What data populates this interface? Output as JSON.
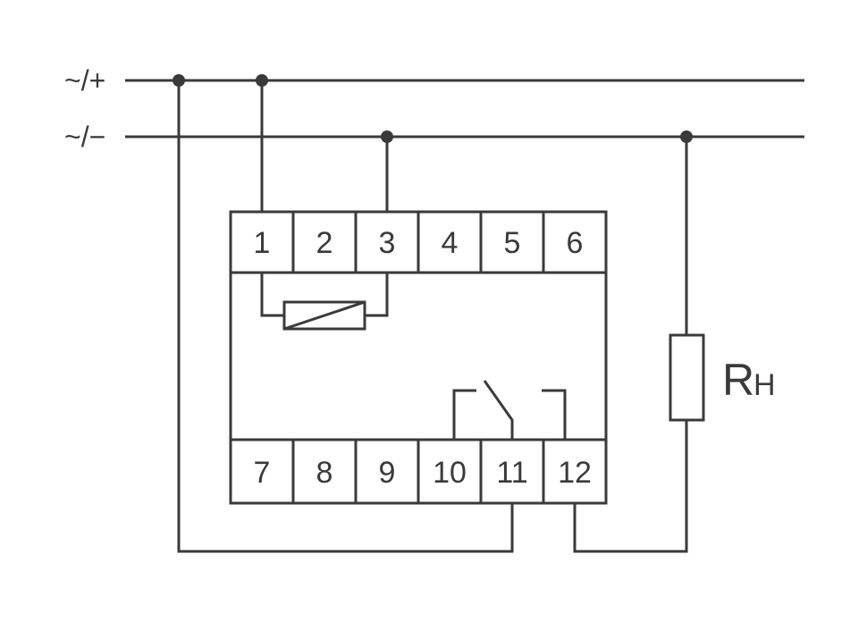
{
  "diagram": {
    "supply": {
      "positive_label": "~/+",
      "negative_label": "~/−"
    },
    "terminals": {
      "top": [
        "1",
        "2",
        "3",
        "4",
        "5",
        "6"
      ],
      "bottom": [
        "7",
        "8",
        "9",
        "10",
        "11",
        "12"
      ]
    },
    "load": {
      "label_main": "R",
      "label_sub": "H"
    },
    "colors": {
      "line": "#3a3a3a",
      "background": "#ffffff"
    }
  }
}
